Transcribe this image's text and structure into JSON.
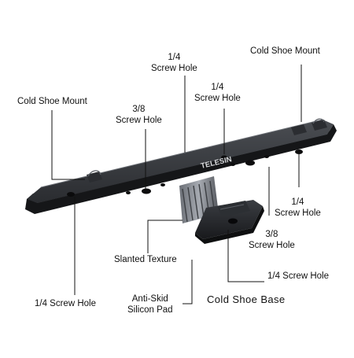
{
  "brand_text": "TELESIN",
  "callouts": {
    "cold_shoe_mount_right": "Cold Shoe Mount",
    "cold_shoe_mount_left": "Cold Shoe Mount",
    "screw_14_top_a": [
      "1/4",
      "Screw Hole"
    ],
    "screw_14_top_b": [
      "1/4",
      "Screw Hole"
    ],
    "screw_38_left": [
      "3/8",
      "Screw Hole"
    ],
    "screw_14_right": [
      "1/4",
      "Screw Hole"
    ],
    "screw_38_right": [
      "3/8",
      "Screw Hole"
    ],
    "slanted_texture": "Slanted Texture",
    "screw_14_base": "1/4 Screw Hole",
    "screw_14_bottom_left": "1/4 Screw Hole",
    "anti_skid": [
      "Anti-Skid",
      "Silicon Pad"
    ],
    "cold_shoe_base": "Cold Shoe Base"
  }
}
